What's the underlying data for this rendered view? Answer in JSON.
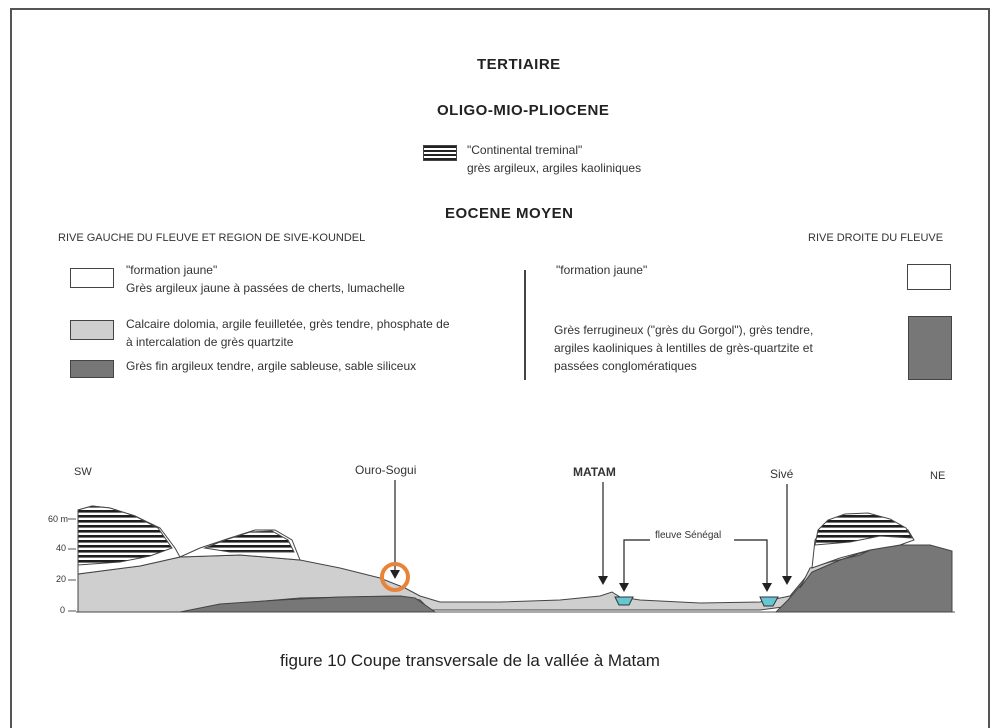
{
  "titles": {
    "tertiaire": "TERTIAIRE",
    "oligo": "OLIGO-MIO-PLIOCENE",
    "eocene": "EOCENE MOYEN"
  },
  "continental": {
    "line1": "\"Continental treminal\"",
    "line2": "grès argileux, argiles kaoliniques"
  },
  "left_header": "RIVE GAUCHE DU FLEUVE ET REGION DE SIVE-KOUNDEL",
  "right_header": "RIVE DROITE DU FLEUVE",
  "left_legend": [
    {
      "line1": "\"formation jaune\"",
      "line2": "Grès argileux jaune à passées de cherts, lumachelle"
    },
    {
      "line1": "Calcaire dolomia, argile feuilletée, grès tendre, phosphate de",
      "line2": "à intercalation de grès quartzite"
    },
    {
      "line1": "Grès fin argileux tendre, argile sableuse, sable siliceux",
      "line2": ""
    }
  ],
  "right_legend": [
    {
      "line1": "\"formation jaune\"",
      "line2": "",
      "line3": ""
    },
    {
      "line1": "Grès ferrugineux (\"grès du Gorgol\"), grès tendre,",
      "line2": "argiles kaoliniques à lentilles de grès-quartzite et",
      "line3": "passées conglomératiques"
    }
  ],
  "section": {
    "sw": "SW",
    "ne": "NE",
    "places": {
      "ouro": "Ouro-Sogui",
      "matam": "MATAM",
      "sive": "Sivé"
    },
    "river": "fleuve Sénégal",
    "y_ticks": [
      "60 m",
      "40",
      "20",
      "0"
    ]
  },
  "caption": "figure 10  Coupe transversale de la vallée à Matam",
  "colors": {
    "light": "#cfcfcf",
    "dark": "#777777",
    "highlight": "#e8843a",
    "water": "#66c6d3"
  }
}
